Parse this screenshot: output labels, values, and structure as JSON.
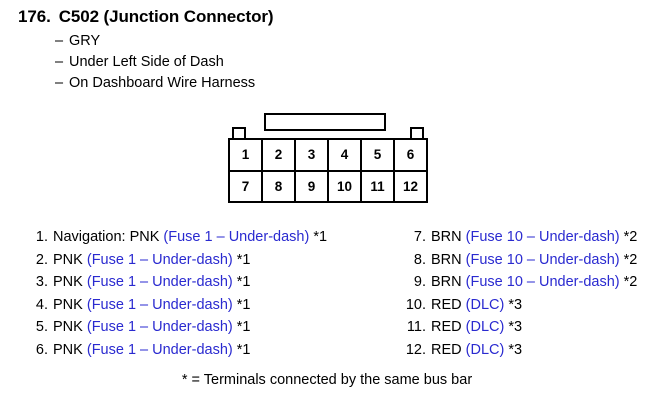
{
  "header": {
    "number": "176.",
    "title": "C502 (Junction Connector)"
  },
  "bullets": [
    "GRY",
    "Under Left Side of Dash",
    "On Dashboard Wire Harness"
  ],
  "connector": {
    "top_row": [
      "1",
      "2",
      "3",
      "4",
      "5",
      "6"
    ],
    "bottom_row": [
      "7",
      "8",
      "9",
      "10",
      "11",
      "12"
    ]
  },
  "pins_left": [
    {
      "index": "1.",
      "pre": "Navigation: PNK",
      "blue": "(Fuse 1 – Under-dash)",
      "post": "*1"
    },
    {
      "index": "2.",
      "pre": "PNK",
      "blue": "(Fuse 1 – Under-dash)",
      "post": "*1"
    },
    {
      "index": "3.",
      "pre": "PNK",
      "blue": "(Fuse 1 – Under-dash)",
      "post": "*1"
    },
    {
      "index": "4.",
      "pre": "PNK",
      "blue": "(Fuse 1 – Under-dash)",
      "post": "*1"
    },
    {
      "index": "5.",
      "pre": "PNK",
      "blue": "(Fuse 1 – Under-dash)",
      "post": "*1"
    },
    {
      "index": "6.",
      "pre": "PNK",
      "blue": "(Fuse 1 – Under-dash)",
      "post": "*1"
    }
  ],
  "pins_right": [
    {
      "index": "7.",
      "pre": "BRN",
      "blue": "(Fuse 10 – Under-dash)",
      "post": "*2"
    },
    {
      "index": "8.",
      "pre": "BRN",
      "blue": "(Fuse 10 – Under-dash)",
      "post": "*2"
    },
    {
      "index": "9.",
      "pre": "BRN",
      "blue": "(Fuse 10 – Under-dash)",
      "post": "*2"
    },
    {
      "index": "10.",
      "pre": "RED",
      "blue": "(DLC)",
      "post": "*3"
    },
    {
      "index": "11.",
      "pre": "RED",
      "blue": "(DLC)",
      "post": "*3"
    },
    {
      "index": "12.",
      "pre": "RED",
      "blue": "(DLC)",
      "post": "*3"
    }
  ],
  "footnote": "* = Terminals connected by the same bus bar",
  "colors": {
    "link_blue": "#2a2ad0",
    "text": "#000000",
    "background": "#ffffff"
  }
}
